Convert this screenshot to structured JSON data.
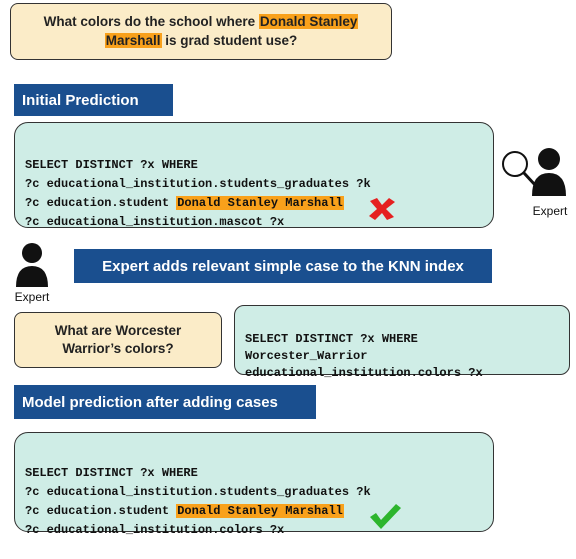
{
  "question": {
    "before": "What colors do the school where ",
    "highlight_a": "Donald Stanley",
    "highlight_b": "Marshall",
    "after": " is grad student use?"
  },
  "initial_prediction": {
    "title": "Initial Prediction",
    "line1": "SELECT DISTINCT ?x WHERE",
    "line2": "?c educational_institution.students_graduates ?k",
    "line3_prefix": "?c education.student ",
    "line3_highlight": "Donald Stanley Marshall",
    "line4": "?c educational_institution.mascot ?x",
    "mark": "wrong"
  },
  "expert_top": {
    "label": "Expert",
    "icons": [
      "magnifier-icon",
      "person-icon"
    ]
  },
  "expert_action": {
    "label": "Expert",
    "text": "Expert adds relevant simple case to the KNN index"
  },
  "case": {
    "question": "What are Worcester Warrior’s colors?",
    "line1": "SELECT DISTINCT ?x WHERE",
    "line2": "Worcester_Warrior",
    "line3": "educational_institution.colors ?x"
  },
  "model_prediction": {
    "title": "Model prediction after adding cases",
    "line1": "SELECT DISTINCT ?x WHERE",
    "line2": "?c educational_institution.students_graduates ?k",
    "line3_prefix": "?c education.student ",
    "line3_highlight": "Donald Stanley Marshall",
    "line4": "?c educational_institution.colors ?x",
    "mark": "correct"
  },
  "colors": {
    "question_bg": "#fbecc8",
    "highlight": "#f9a11b",
    "header_bg": "#1a4f8f",
    "code_bg": "#cfede6",
    "wrong": "#e52020",
    "correct": "#2db52d"
  }
}
